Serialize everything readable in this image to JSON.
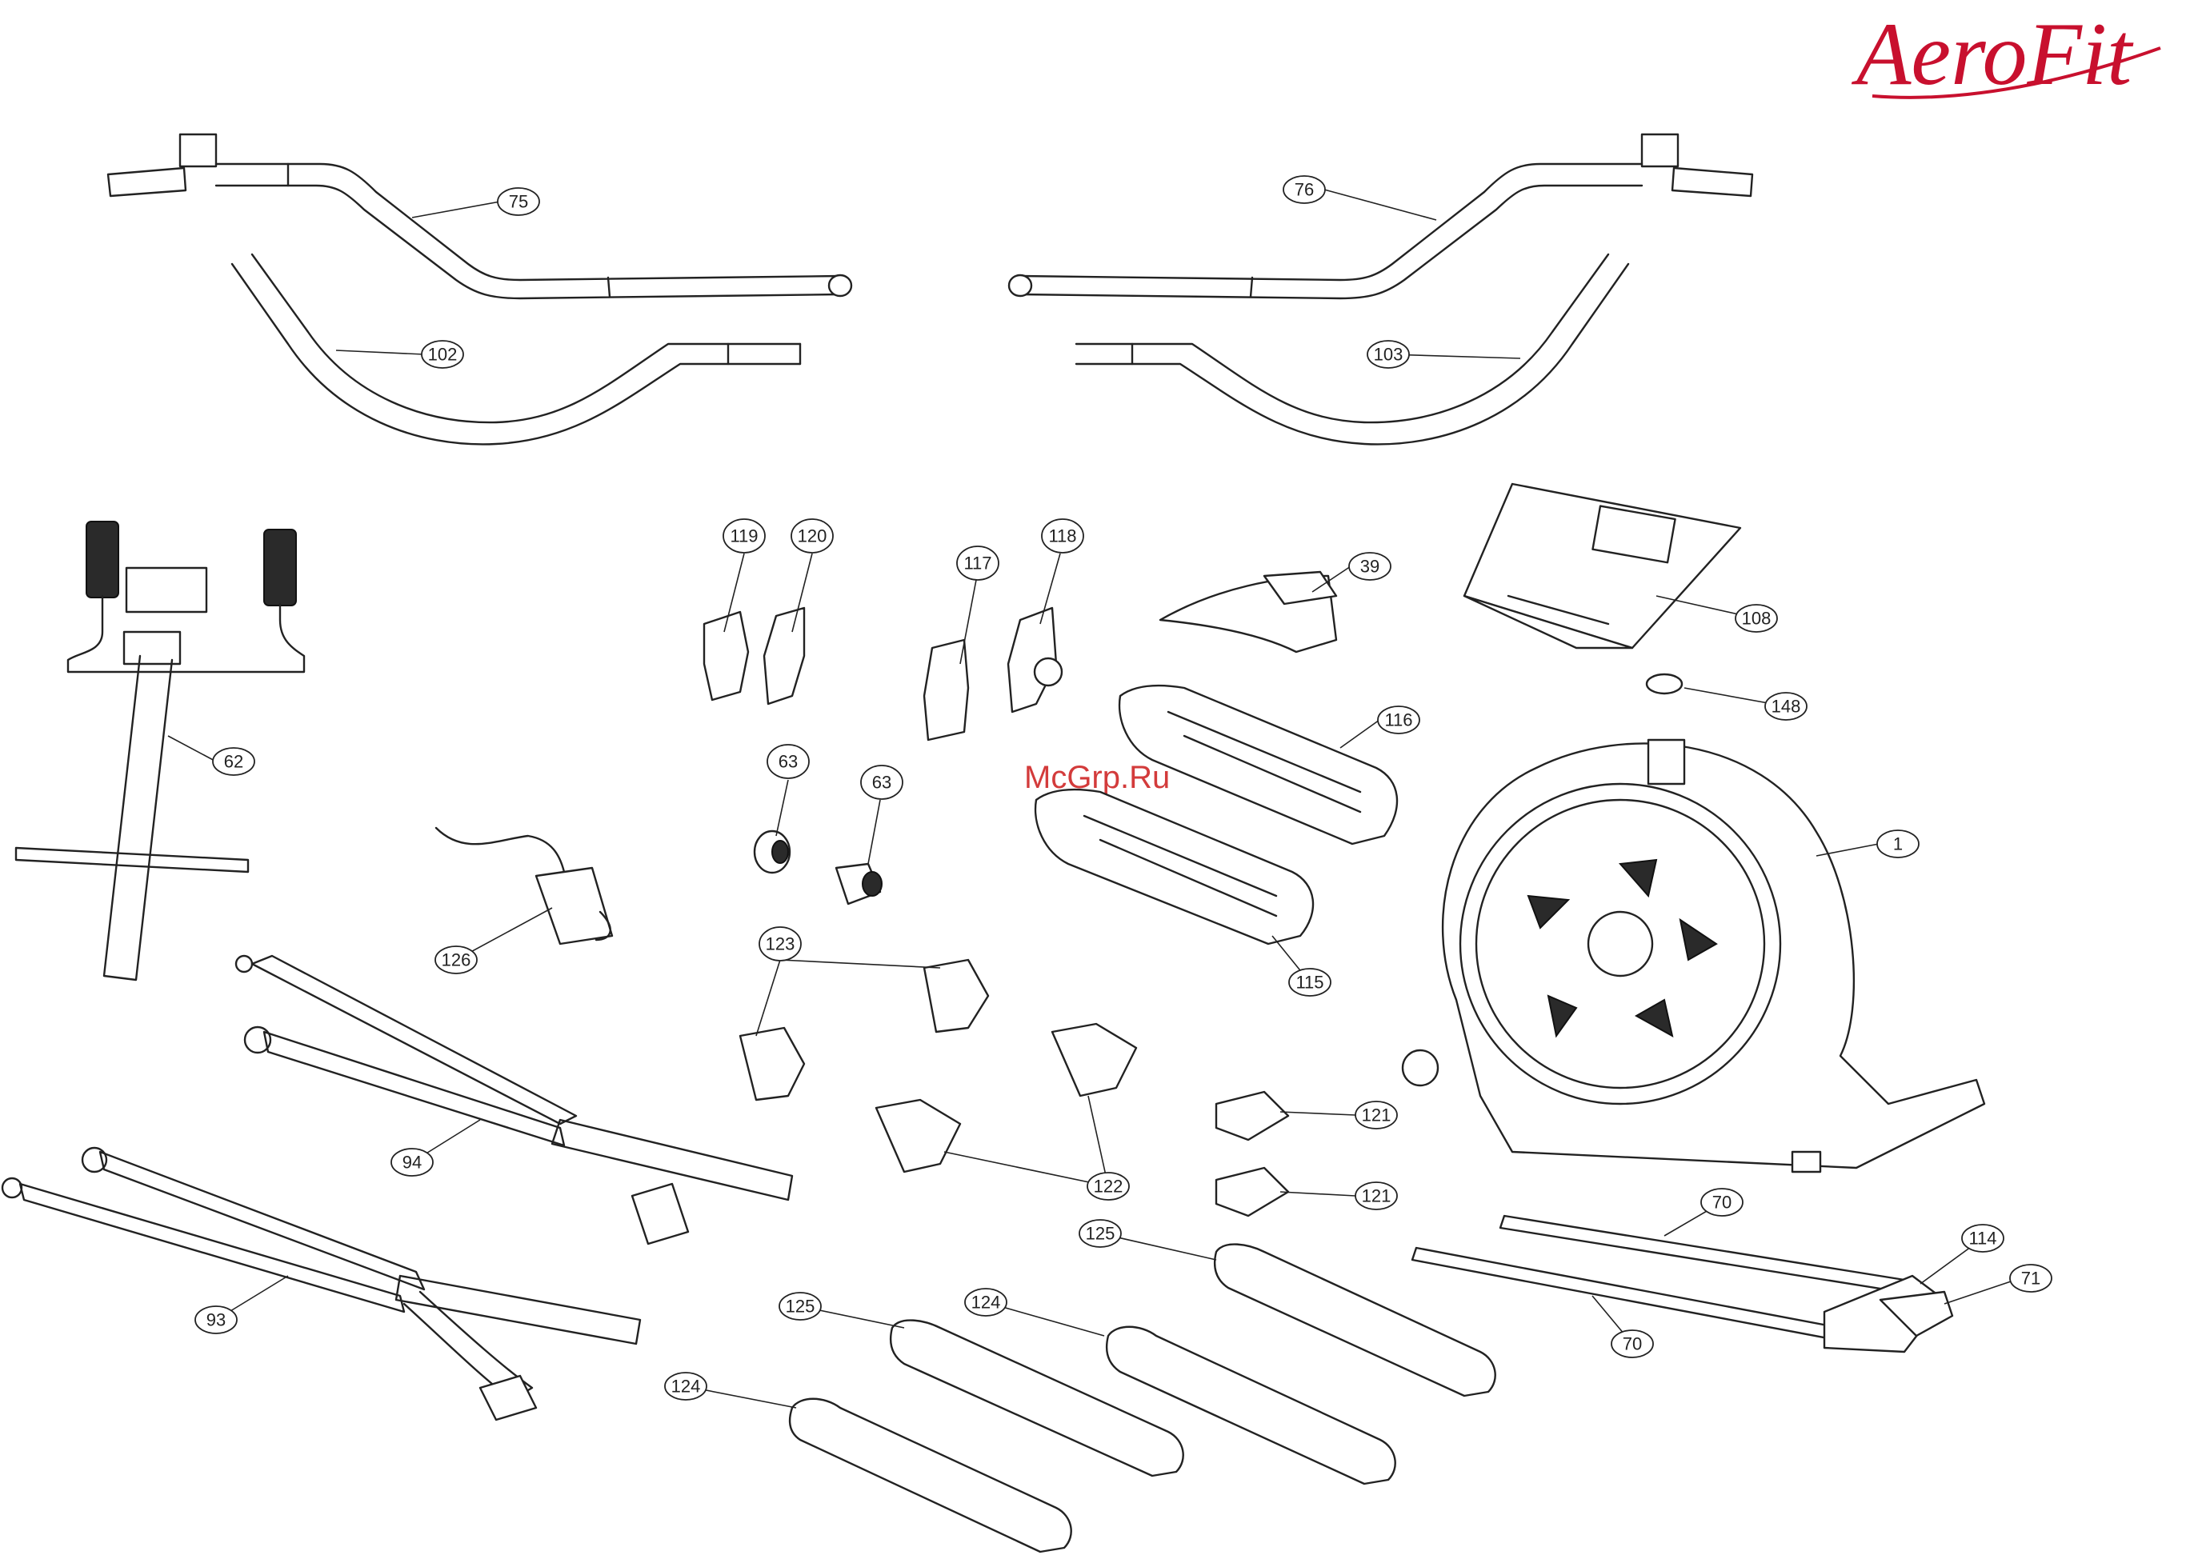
{
  "brand": {
    "logo_text": "AeroFit",
    "color": "#c8102e"
  },
  "watermark": {
    "text": "McGrp.Ru",
    "color": "#cc1a1a"
  },
  "labels": {
    "l75": "75",
    "l76": "76",
    "l102": "102",
    "l103": "103",
    "l62": "62",
    "l126": "126",
    "l94": "94",
    "l93": "93",
    "l119": "119",
    "l120": "120",
    "l117": "117",
    "l118": "118",
    "l63a": "63",
    "l63b": "63",
    "l123": "123",
    "l122": "122",
    "l39": "39",
    "l108": "108",
    "l148": "148",
    "l116": "116",
    "l115": "115",
    "l1": "1",
    "l121a": "121",
    "l121b": "121",
    "l125a": "125",
    "l125b": "125",
    "l124a": "124",
    "l124b": "124",
    "l70a": "70",
    "l70b": "70",
    "l114": "114",
    "l71": "71"
  }
}
